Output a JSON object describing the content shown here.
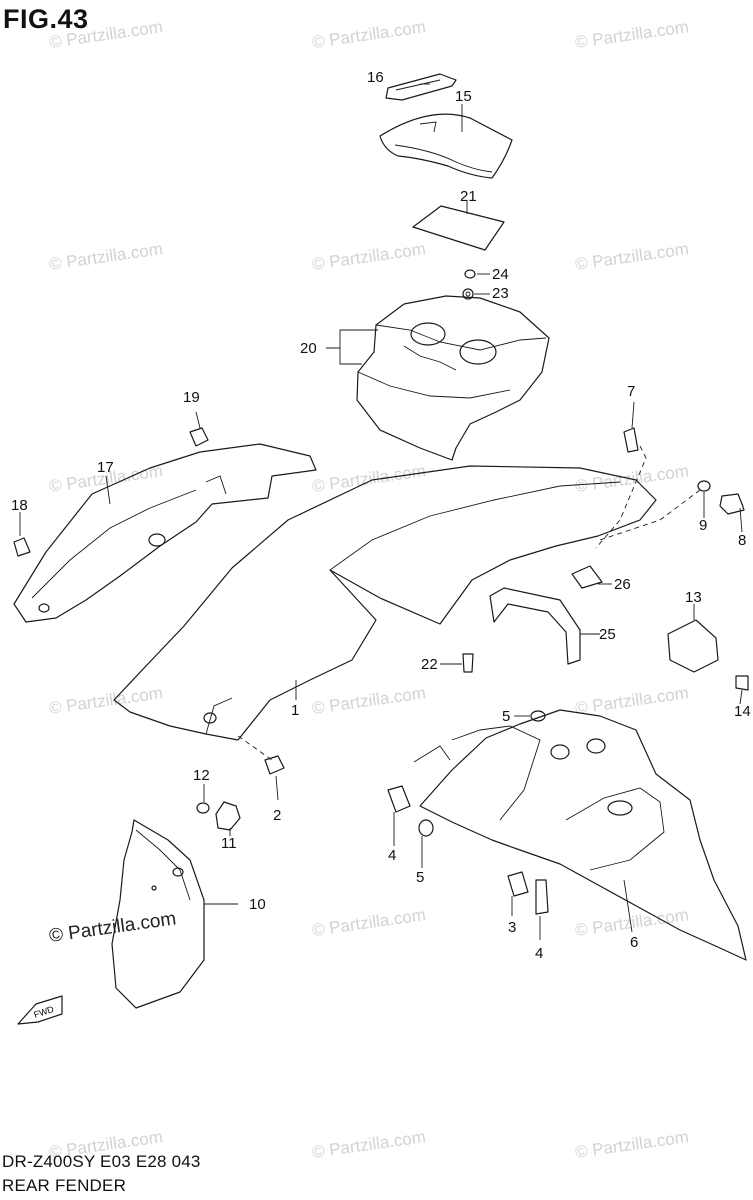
{
  "figure_title": "FIG.43",
  "footer": {
    "model": "DR-Z400SY  E03  E28  043",
    "section": "REAR FENDER"
  },
  "watermark": "© Partzilla.com",
  "prominent_watermark": "© Partzilla.com",
  "front_arrow_icon": "front-arrow-icon",
  "callouts": [
    "16",
    "15",
    "21",
    "24",
    "23",
    "20",
    "19",
    "7",
    "17",
    "18",
    "9",
    "8",
    "26",
    "25",
    "13",
    "22",
    "14",
    "1",
    "5",
    "12",
    "11",
    "2",
    "4",
    "5",
    "10",
    "3",
    "4",
    "6"
  ]
}
